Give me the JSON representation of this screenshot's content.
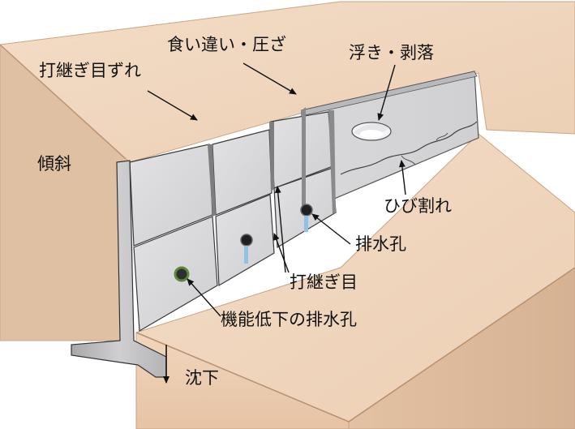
{
  "labels": {
    "joint_misalignment": "打継ぎ目ずれ",
    "misalignment_pressure": "食い違い・圧ざ",
    "spalling": "浮き・剥落",
    "slope": "傾斜",
    "crack": "ひび割れ",
    "weep_hole": "排水孔",
    "construction_joint": "打継ぎ目",
    "nonfunctional_weep_hole": "機能低下の排水孔",
    "settlement": "沈下"
  },
  "colors": {
    "ground_top": "#f0d5bd",
    "ground_front": "#e9c6a8",
    "ground_side": "#dab699",
    "ground_edge": "#c9a384",
    "wall_face": "#d7d7d9",
    "wall_shadow": "#8e8e90",
    "wall_edge": "#3a3a3a",
    "water": "#8fc3e6"
  }
}
